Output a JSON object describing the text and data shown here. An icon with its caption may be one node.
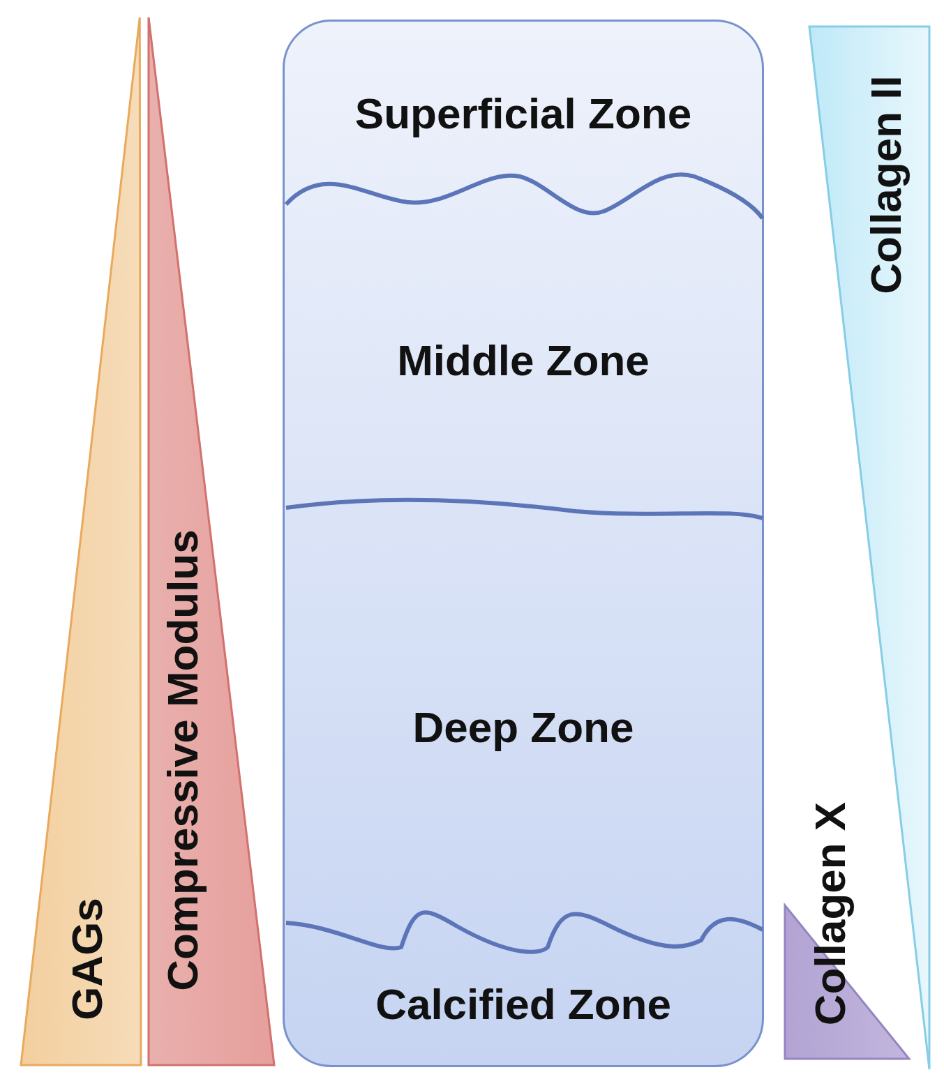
{
  "diagram": {
    "nodes": [
      {
        "text": [
          "GAGs"
        ]
      },
      {
        "text": [
          "Compressive Modulus"
        ]
      },
      {
        "text": [],
        "shape": "box"
      },
      {
        "text": [
          "Superficial Zone"
        ],
        "in": 2
      },
      {
        "text": [
          "Middle Zone"
        ],
        "in": 2
      },
      {
        "text": [
          "Deep Zone"
        ],
        "in": 2
      },
      {
        "text": [
          "Calcified Zone"
        ],
        "in": 2
      },
      {
        "text": [
          "Collagen II"
        ]
      },
      {
        "text": [
          "Collagen X"
        ]
      }
    ],
    "edges": []
  }
}
